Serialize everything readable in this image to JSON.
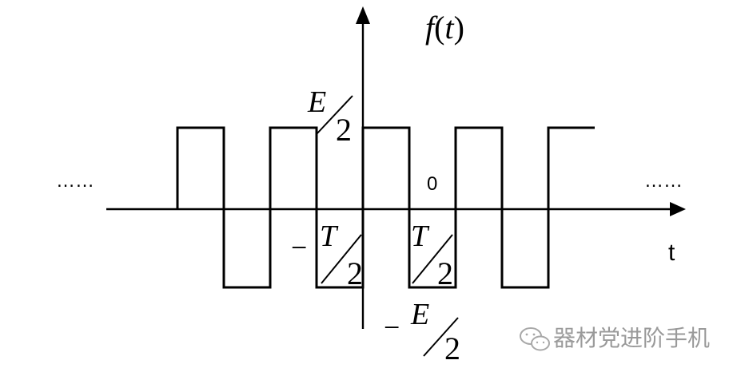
{
  "y_axis_label": {
    "func": "f",
    "open": "(",
    "var": "t",
    "close": ")"
  },
  "x_axis_label": "t",
  "origin_label": "0",
  "amplitude_pos": {
    "num": "E",
    "den": "2"
  },
  "amplitude_neg": {
    "sign": "−",
    "num": "E",
    "den": "2"
  },
  "time_neg": {
    "sign": "−",
    "num": "T",
    "den": "2"
  },
  "time_pos": {
    "num": "T",
    "den": "2"
  },
  "continuation_left": "……",
  "continuation_right": "……",
  "watermark": {
    "icon": "wechat-icon",
    "text": "器材党进阶手机"
  }
}
